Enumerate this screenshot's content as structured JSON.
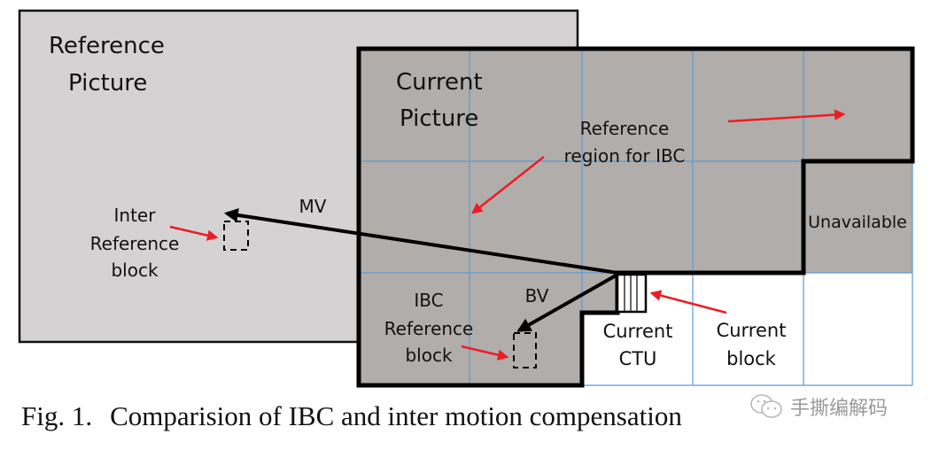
{
  "diagram": {
    "reference_picture_label": [
      "Reference",
      "Picture"
    ],
    "current_picture_label": [
      "Current",
      "Picture"
    ],
    "reference_region_label": [
      "Reference",
      "region for IBC"
    ],
    "unavailable_label": "Unavailable",
    "mv_label": "MV",
    "bv_label": "BV",
    "inter_reference_block_label": [
      "Inter",
      "Reference",
      "block"
    ],
    "ibc_reference_block_label": [
      "IBC",
      "Reference",
      "block"
    ],
    "current_ctu_label": [
      "Current",
      "CTU"
    ],
    "current_block_label": [
      "Current",
      "block"
    ],
    "colors": {
      "reference_picture_fill": "#d4d2d2",
      "current_picture_fill": "#b1adab",
      "grid_line": "#5b9bd5",
      "annotation_arrow": "#ee1c24",
      "vector_arrow": "#000000"
    }
  },
  "caption": {
    "number": "Fig. 1.",
    "text": "Comparision of IBC and inter motion compensation"
  },
  "watermark": {
    "icon": "wechat-icon",
    "text": "手撕编解码"
  }
}
